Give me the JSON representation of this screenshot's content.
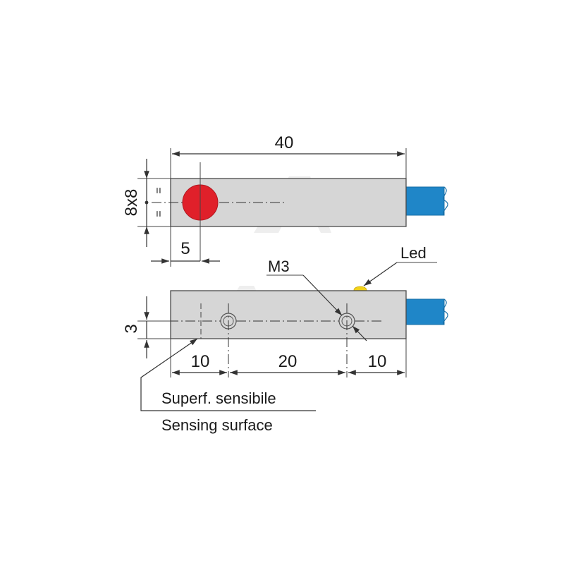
{
  "top_view": {
    "length_dim": "40",
    "cross_section_dim": "8x8",
    "equal_mark": "=",
    "sensor_offset_dim": "5"
  },
  "side_view": {
    "height_dim": "3",
    "hole_offset_dim": "10",
    "hole_spacing_dim": "20",
    "rear_offset_dim": "10",
    "thread_label": "M3",
    "led_label": "Led"
  },
  "callout": {
    "label_it": "Superf. sensibile",
    "label_en": "Sensing surface"
  },
  "colors": {
    "body_fill": "#d6d6d6",
    "sensing_face": "#e0202a",
    "cable": "#1f86c8",
    "led": "#f2d21a",
    "watermark": "#e9e9e9"
  }
}
